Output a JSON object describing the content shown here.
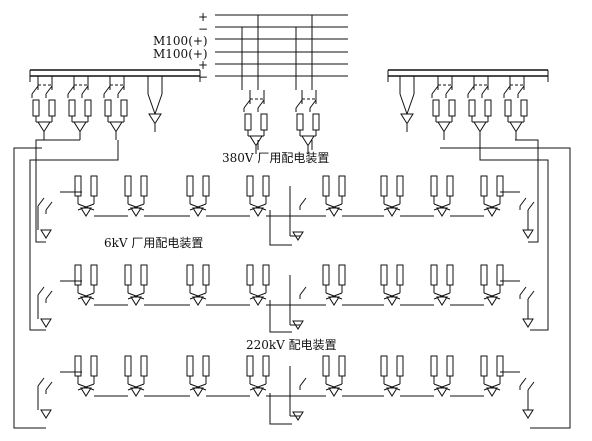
{
  "dc_bus": {
    "labels": [
      "+",
      "−",
      "M100(+)",
      "M100(+)",
      "+",
      "−"
    ]
  },
  "sections": {
    "s380": "380V 厂用配电装置",
    "s6kv": "6kV 厂用配电装置",
    "s220": "220kV 配电装置"
  }
}
